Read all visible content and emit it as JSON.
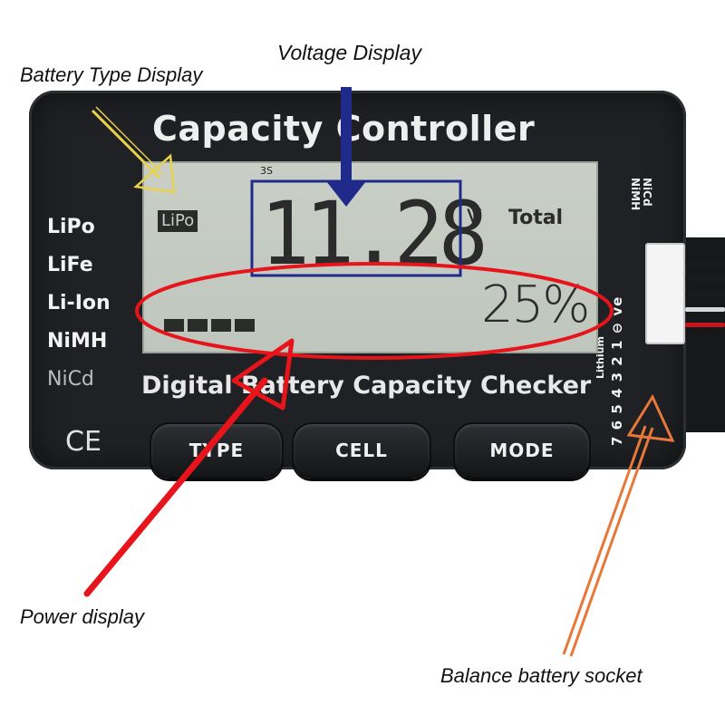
{
  "callouts": {
    "battery_type": "Battery Type Display",
    "voltage": "Voltage Display",
    "power": "Power display",
    "balance": "Balance battery socket"
  },
  "device": {
    "title": "Capacity Controller",
    "subtitle": "Digital Battery Capacity Checker",
    "battery_types": [
      "LiPo",
      "LiFe",
      "Li-Ion",
      "NiMH",
      "NiCd"
    ],
    "ce_mark": "CE",
    "side_label_top": "NiCd NiMH",
    "side_label_lithium": "Lithium",
    "side_pins": "7 6 5 4 3 2 1 ⊖ ve",
    "buttons": {
      "type": "TYPE",
      "cell": "CELL",
      "mode": "MODE"
    }
  },
  "lcd": {
    "battery_type": "LiPo",
    "cells": "3S",
    "voltage": "11.28",
    "unit": "V",
    "total": "Total",
    "percent": "25%",
    "bar_segments": 4
  },
  "colors": {
    "battery_type_arrow": "#e8d24a",
    "voltage_arrow": "#1f2a8a",
    "power_arrow": "#e8141b",
    "balance_arrow": "#e8773a"
  }
}
